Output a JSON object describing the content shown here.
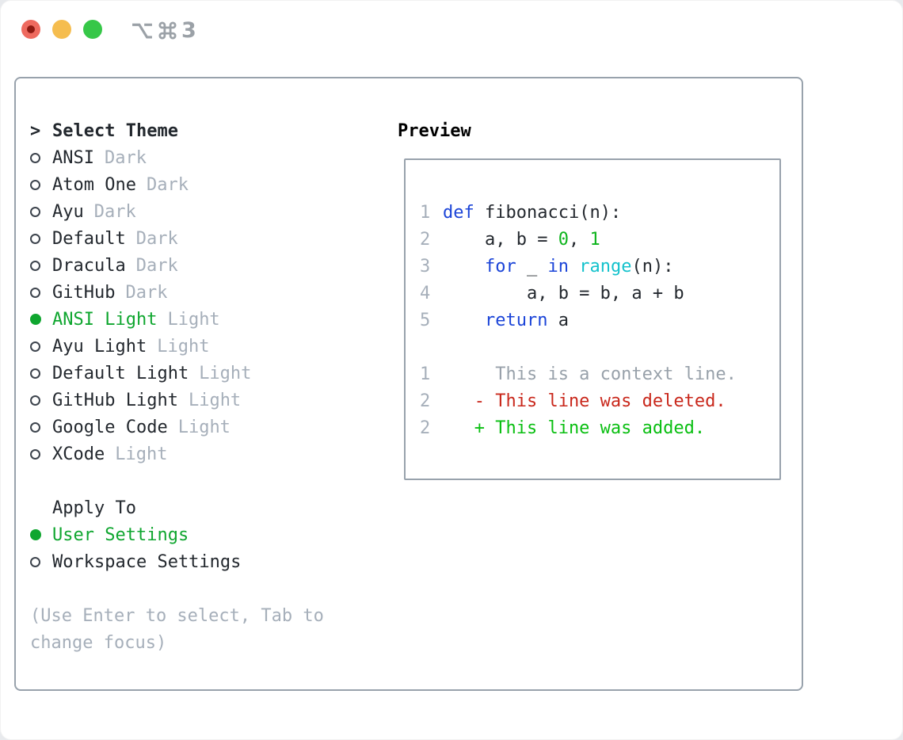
{
  "window": {
    "shortcut": {
      "number": "3"
    }
  },
  "colors": {
    "text": "#23282e",
    "muted": "#a6afba",
    "green": "#0fa62f",
    "ring": "#3d444d",
    "border": "#98a2ac",
    "kw": "#1b44d8",
    "fn": "#14c2cc",
    "numv": "#0db41c",
    "del": "#c9281c",
    "add": "#0abf12",
    "ctx": "#98a1aa",
    "tl_red": "#ee6a5f",
    "tl_red_dot": "#8e1a12",
    "tl_yellow": "#f5bd4f",
    "tl_green": "#36c748",
    "shortcut": "#9ba1a7"
  },
  "theme_panel": {
    "caret": ">",
    "header": "Select Theme",
    "items": [
      {
        "name": "ANSI",
        "tag": "Dark",
        "selected": false
      },
      {
        "name": "Atom One",
        "tag": "Dark",
        "selected": false
      },
      {
        "name": "Ayu",
        "tag": "Dark",
        "selected": false
      },
      {
        "name": "Default",
        "tag": "Dark",
        "selected": false
      },
      {
        "name": "Dracula",
        "tag": "Dark",
        "selected": false
      },
      {
        "name": "GitHub",
        "tag": "Dark",
        "selected": false
      },
      {
        "name": "ANSI Light",
        "tag": "Light",
        "selected": true
      },
      {
        "name": "Ayu Light",
        "tag": "Light",
        "selected": false
      },
      {
        "name": "Default Light",
        "tag": "Light",
        "selected": false
      },
      {
        "name": "GitHub Light",
        "tag": "Light",
        "selected": false
      },
      {
        "name": "Google Code",
        "tag": "Light",
        "selected": false
      },
      {
        "name": "XCode",
        "tag": "Light",
        "selected": false
      }
    ],
    "apply_to": {
      "header": "Apply To",
      "options": [
        {
          "label": "User Settings",
          "selected": true
        },
        {
          "label": "Workspace Settings",
          "selected": false
        }
      ]
    },
    "hint_line1": "(Use Enter to select, Tab to",
    "hint_line2": "change focus)"
  },
  "preview": {
    "header": "Preview",
    "code": [
      {
        "ln": "1",
        "segs": [
          {
            "c": "kw",
            "t": "def"
          },
          {
            "c": "plain",
            "t": " fibonacci(n):"
          }
        ]
      },
      {
        "ln": "2",
        "segs": [
          {
            "c": "plain",
            "t": "    a, b = "
          },
          {
            "c": "num",
            "t": "0"
          },
          {
            "c": "plain",
            "t": ", "
          },
          {
            "c": "num",
            "t": "1"
          }
        ]
      },
      {
        "ln": "3",
        "segs": [
          {
            "c": "plain",
            "t": "    "
          },
          {
            "c": "kw",
            "t": "for"
          },
          {
            "c": "plain",
            "t": " _ "
          },
          {
            "c": "kw",
            "t": "in"
          },
          {
            "c": "plain",
            "t": " "
          },
          {
            "c": "fn",
            "t": "range"
          },
          {
            "c": "plain",
            "t": "(n):"
          }
        ]
      },
      {
        "ln": "4",
        "segs": [
          {
            "c": "plain",
            "t": "        a, b = b, a + b"
          }
        ]
      },
      {
        "ln": "5",
        "segs": [
          {
            "c": "plain",
            "t": "    "
          },
          {
            "c": "kw",
            "t": "return"
          },
          {
            "c": "plain",
            "t": " a"
          }
        ]
      },
      {
        "ln": "",
        "segs": []
      },
      {
        "ln": "1",
        "segs": [
          {
            "c": "ctx",
            "t": "     This is a context line."
          }
        ]
      },
      {
        "ln": "2",
        "segs": [
          {
            "c": "del",
            "t": "   - This line was deleted."
          }
        ]
      },
      {
        "ln": "2",
        "segs": [
          {
            "c": "add",
            "t": "   + This line was added."
          }
        ]
      }
    ]
  }
}
